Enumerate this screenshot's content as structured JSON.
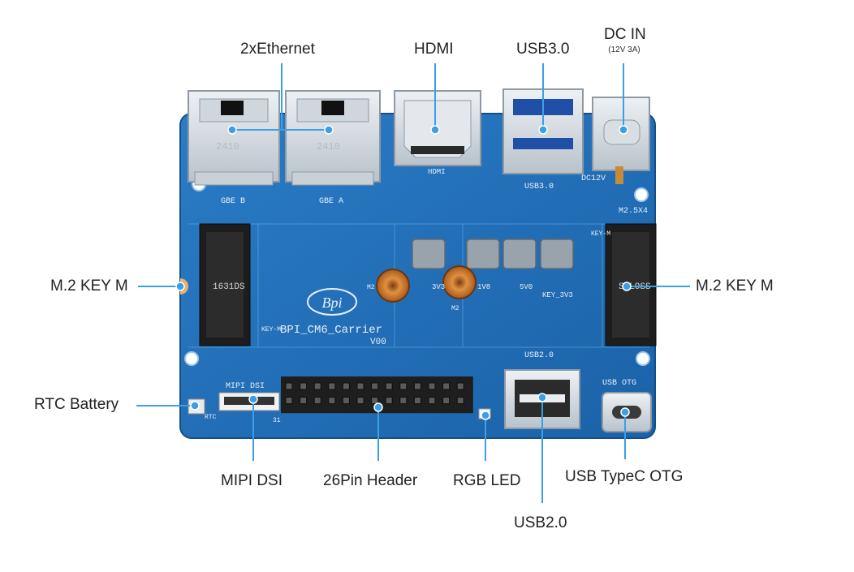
{
  "callouts": {
    "ethernet": "2xEthernet",
    "hdmi": "HDMI",
    "usb3": "USB3.0",
    "dc_in": "DC IN",
    "dc_in_spec": "(12V 3A)",
    "m2_left": "M.2 KEY M",
    "m2_right": "M.2 KEY M",
    "rtc": "RTC Battery",
    "mipi": "MIPI DSI",
    "header26": "26Pin Header",
    "rgb_led": "RGB LED",
    "usb_otg": "USB TypeC OTG",
    "usb2": "USB2.0"
  },
  "board_silkscreen": {
    "logo": "Bpi",
    "model": "BPI_CM6_Carrier",
    "version": "V00",
    "gbe_b": "GBE B",
    "gbe_a": "GBE A",
    "hdmi": "HDMI",
    "usb3": "USB3.0",
    "dc12v": "DC12V",
    "m2_5x4": "M2.5X4",
    "usb2": "USB2.0",
    "usb_otg": "USB OTG",
    "mipi_dsi": "MIPI DSI",
    "key_m_left": "KEY-M",
    "key_m_right": "KEY-M",
    "m2_tag_1": "M2",
    "m2_tag_2": "M2",
    "rail_3v3": "3V3",
    "rail_1v8": "1V8",
    "rail_5v0": "5V0",
    "rail_key3v3": "KEY_3V3",
    "m2_chip_left": "1631DS",
    "m2_chip_right": "SOLOSS",
    "rj45_code": "2410",
    "rtc_tag": "RTC",
    "pin_31": "31"
  },
  "colors": {
    "pcb": "#2270b8",
    "pcb_dark": "#15528f",
    "pcb_trace": "#4b94d6",
    "metal": "#d7dde3",
    "metal_dark": "#a7b1bb",
    "leader": "#3aa0e6",
    "header_pin": "#2a2a2a",
    "mount_copper": "#c9772b"
  }
}
